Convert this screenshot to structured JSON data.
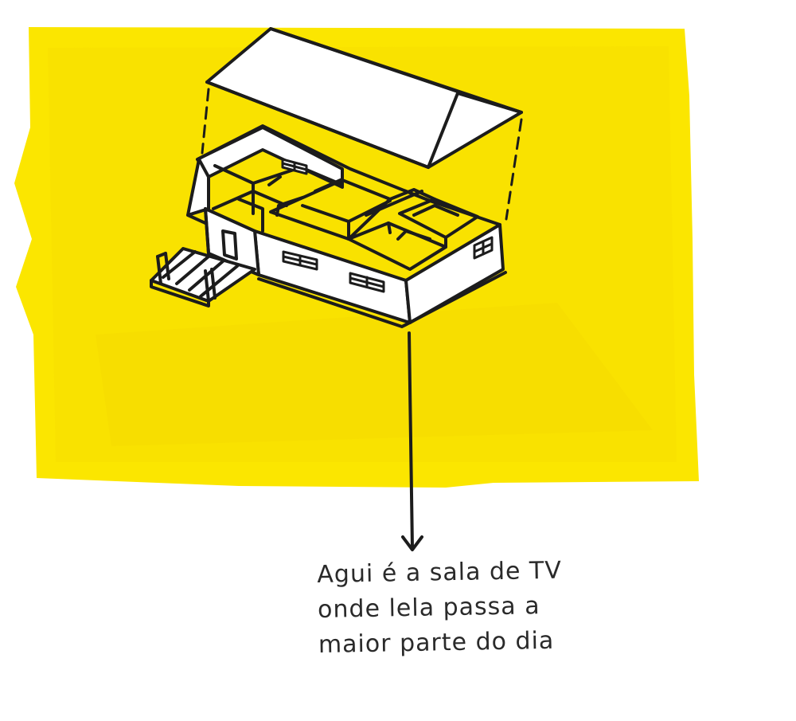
{
  "colors": {
    "paper": "#ffffff",
    "marker_yellow": "#fbe600",
    "ink": "#1c1c1c"
  },
  "caption": {
    "lines": [
      "Agui é a sala de TV",
      "onde lela passa a",
      "maior parte do dia"
    ]
  }
}
